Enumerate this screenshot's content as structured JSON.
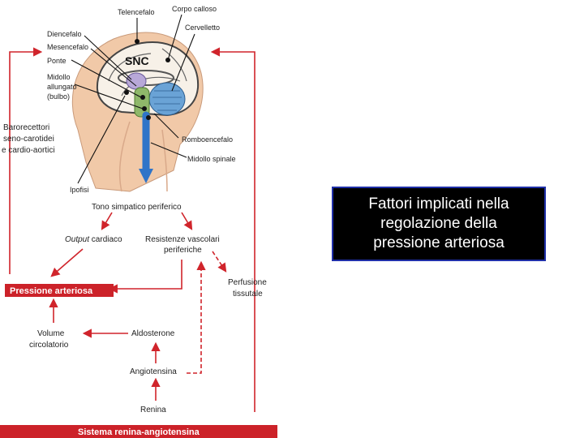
{
  "title_box": {
    "text": "Fattori implicati nella\nregolazione della\npressione arteriosa"
  },
  "colors": {
    "arrow_red": "#d0242b",
    "bar_red": "#cc2229",
    "title_bg": "#000000",
    "title_border": "#1f2fa8",
    "title_text": "#ffffff",
    "spinal_blue": "#2f74c8"
  },
  "brain": {
    "snc": "SNC",
    "labels": {
      "telencefalo": "Telencefalo",
      "corpo_calloso": "Corpo calloso",
      "cervelletto": "Cervelletto",
      "diencefalo": "Diencefalo",
      "mesencefalo": "Mesencefalo",
      "ponte": "Ponte",
      "midollo_line1": "Midollo",
      "midollo_line2": "allungato",
      "midollo_line3": "(bulbo)",
      "romboencefalo": "Romboencefalo",
      "midollo_spinale": "Midollo spinale",
      "ipofisi": "Ipofisi"
    }
  },
  "flow": {
    "barorecettori_1": "Barorecettori",
    "barorecettori_2": "seno-carotidei",
    "barorecettori_3": "e cardio-aortici",
    "tono": "Tono simpatico periferico",
    "output_italic": "Output",
    "output_rest": " cardiaco",
    "resistenze_1": "Resistenze vascolari",
    "resistenze_2": "periferiche",
    "perfusione_1": "Perfusione",
    "perfusione_2": "tissutale",
    "pressione_bar": "Pressione arteriosa",
    "volume_1": "Volume",
    "volume_2": "circolatorio",
    "aldosterone": "Aldosterone",
    "angiotensina": "Angiotensina",
    "renina": "Renina",
    "sistema_bar": "Sistema renina-angiotensina"
  }
}
